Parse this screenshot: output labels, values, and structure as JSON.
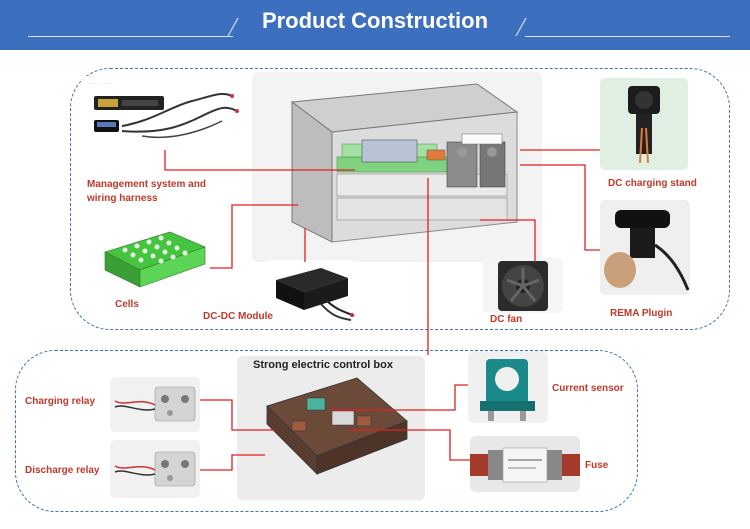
{
  "header": {
    "title": "Product Construction"
  },
  "labels": {
    "management": "Management system and wiring harness",
    "cells": "Cells",
    "dcdc": "DC-DC Module",
    "fan": "DC fan",
    "dc_stand": "DC charging stand",
    "rema": "REMA Plugin",
    "control_box": "Strong electric control box",
    "charging_relay": "Charging relay",
    "discharge_relay": "Discharge relay",
    "current_sensor": "Current sensor",
    "fuse": "Fuse"
  },
  "colors": {
    "header": "#3c6fbe",
    "label": "#c0392b",
    "wire": "#e02020",
    "frame": "#3c6fbe"
  }
}
